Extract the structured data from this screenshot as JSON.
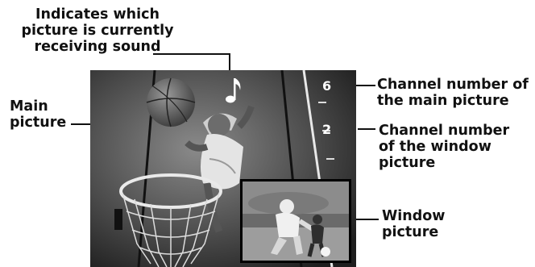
{
  "callouts": {
    "sound": [
      "Indicates which",
      "picture is currently",
      "receiving sound"
    ],
    "main": [
      "Main",
      "picture"
    ],
    "main_channel": [
      "Channel number of",
      "the main picture"
    ],
    "window_channel": [
      "Channel number",
      "of the window",
      "picture"
    ],
    "window": [
      "Window",
      "picture"
    ]
  },
  "screen": {
    "main_channel_number": "6",
    "window_channel_number": "2",
    "sound_icon": "music-note-icon"
  }
}
